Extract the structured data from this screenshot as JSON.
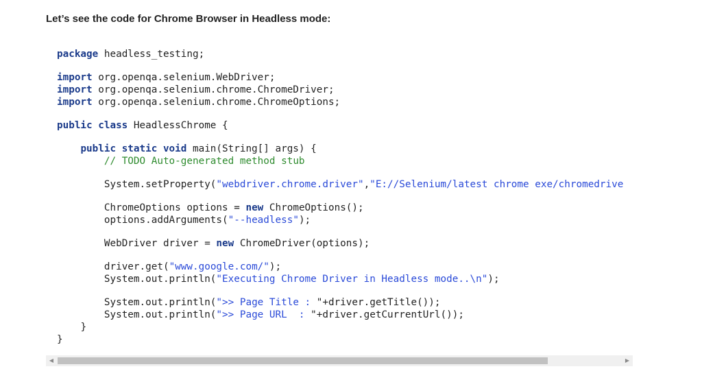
{
  "heading": "Let’s see the code for Chrome Browser in Headless mode:",
  "code": {
    "l1": {
      "kw": "package",
      "rest": " headless_testing;"
    },
    "l2": {
      "kw": "import",
      "rest": " org.openqa.selenium.WebDriver;"
    },
    "l3": {
      "kw": "import",
      "rest": " org.openqa.selenium.chrome.ChromeDriver;"
    },
    "l4": {
      "kw": "import",
      "rest": " org.openqa.selenium.chrome.ChromeOptions;"
    },
    "l5": {
      "kw": "public class",
      "rest": " HeadlessChrome {"
    },
    "l6": {
      "indent": "    ",
      "kw": "public static void",
      "rest": " main(String[] args) {"
    },
    "l7": {
      "indent": "        ",
      "comment": "// TODO Auto-generated method stub"
    },
    "l8": {
      "indent": "        ",
      "pre": "System.setProperty(",
      "s1": "\"webdriver.chrome.driver\"",
      "mid": ",",
      "s2": "\"E://Selenium/latest chrome exe/chromedrive"
    },
    "l9": {
      "indent": "        ",
      "pre": "ChromeOptions options = ",
      "kw": "new",
      "rest": " ChromeOptions();"
    },
    "l10": {
      "indent": "        ",
      "pre": "options.addArguments(",
      "s1": "\"--headless\"",
      "rest": ");"
    },
    "l11": {
      "indent": "        ",
      "pre": "WebDriver driver = ",
      "kw": "new",
      "rest": " ChromeDriver(options);"
    },
    "l12": {
      "indent": "        ",
      "pre": "driver.get(",
      "s1": "\"www.google.com/\"",
      "rest": ");"
    },
    "l13": {
      "indent": "        ",
      "pre": "System.out.println(",
      "s1": "\"Executing Chrome Driver in Headless mode..\\n\"",
      "rest": ");"
    },
    "l14": {
      "indent": "        ",
      "pre": "System.out.println(",
      "s1": "\">> Page Title : ",
      "rest": "\"+driver.getTitle());"
    },
    "l15": {
      "indent": "        ",
      "pre": "System.out.println(",
      "s1": "\">> Page URL  : ",
      "rest": "\"+driver.getCurrentUrl());"
    },
    "l16": {
      "indent": "    ",
      "rest": "}"
    },
    "l17": {
      "rest": "}"
    }
  },
  "scrollbar": {
    "left_arrow": "◀",
    "right_arrow": "▶",
    "scroll_fraction_visible": 0.87
  }
}
